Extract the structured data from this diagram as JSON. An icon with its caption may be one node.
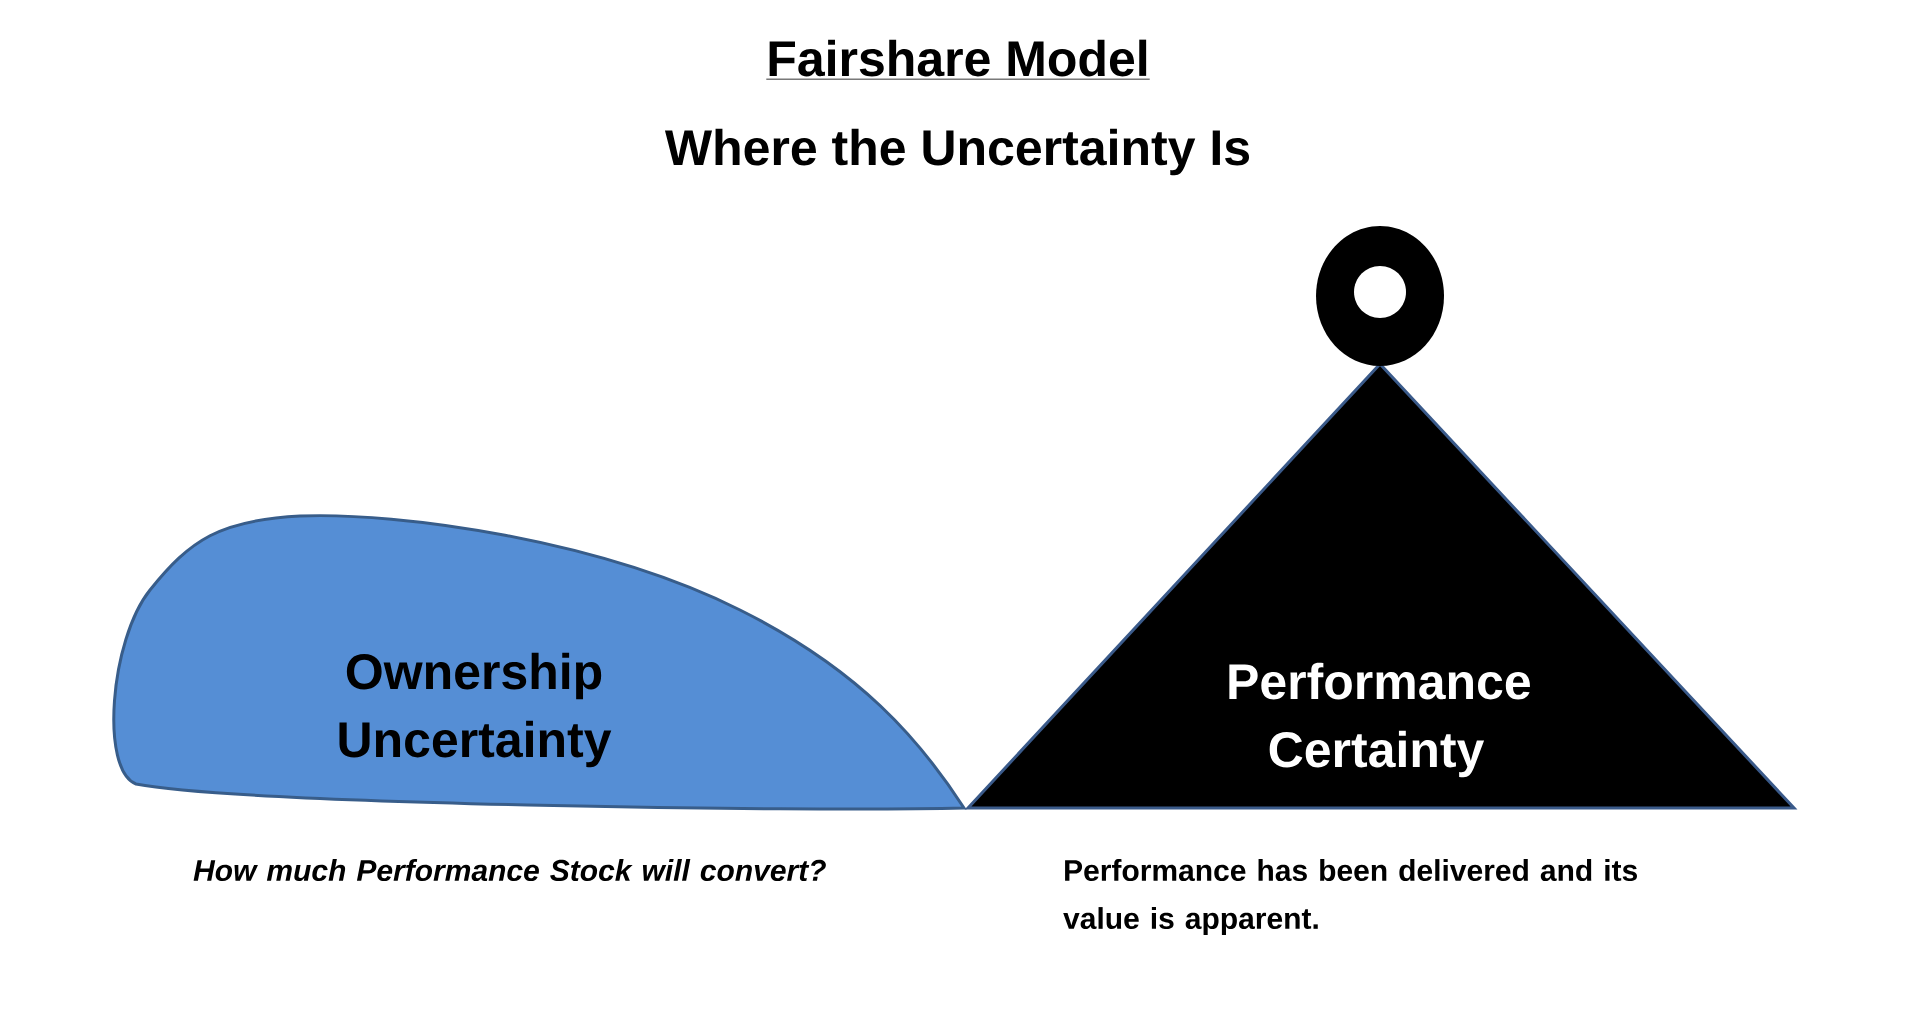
{
  "diagram": {
    "title": "Fairshare Model",
    "nodes": [
      {
        "text": [
          "Ownership Uncertainty"
        ],
        "beside": [
          "How much Performance Stock will convert?"
        ]
      },
      {
        "text": [
          "Performance Certainty"
        ],
        "beside": [
          "Performance has been delivered and its value is apparent."
        ]
      }
    ],
    "labels": [
      "Where the Uncertainty Is"
    ]
  }
}
